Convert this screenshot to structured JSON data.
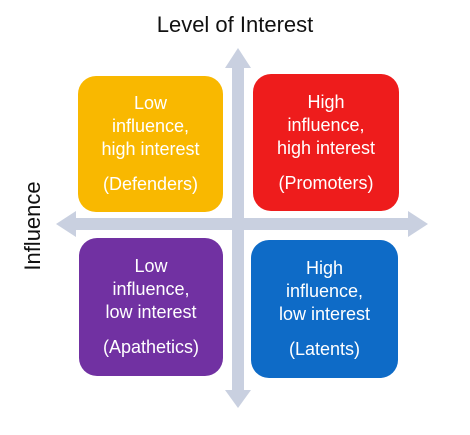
{
  "title": "Level of Interest",
  "y_axis_label": "Influence",
  "colors": {
    "top_left": "#f9b800",
    "top_right": "#ee1c1c",
    "bottom_left": "#7131a2",
    "bottom_right": "#0e6bc7",
    "arrow": "#c9d0e0"
  },
  "quadrants": {
    "top_left": {
      "lines": [
        "Low",
        "influence,",
        "high interest"
      ],
      "role": "(Defenders)"
    },
    "top_right": {
      "lines": [
        "High",
        "influence,",
        "high interest"
      ],
      "role": "(Promoters)"
    },
    "bottom_left": {
      "lines": [
        "Low",
        "influence,",
        "low interest"
      ],
      "role": "(Apathetics)"
    },
    "bottom_right": {
      "lines": [
        "High",
        "influence,",
        "low interest"
      ],
      "role": "(Latents)"
    }
  }
}
